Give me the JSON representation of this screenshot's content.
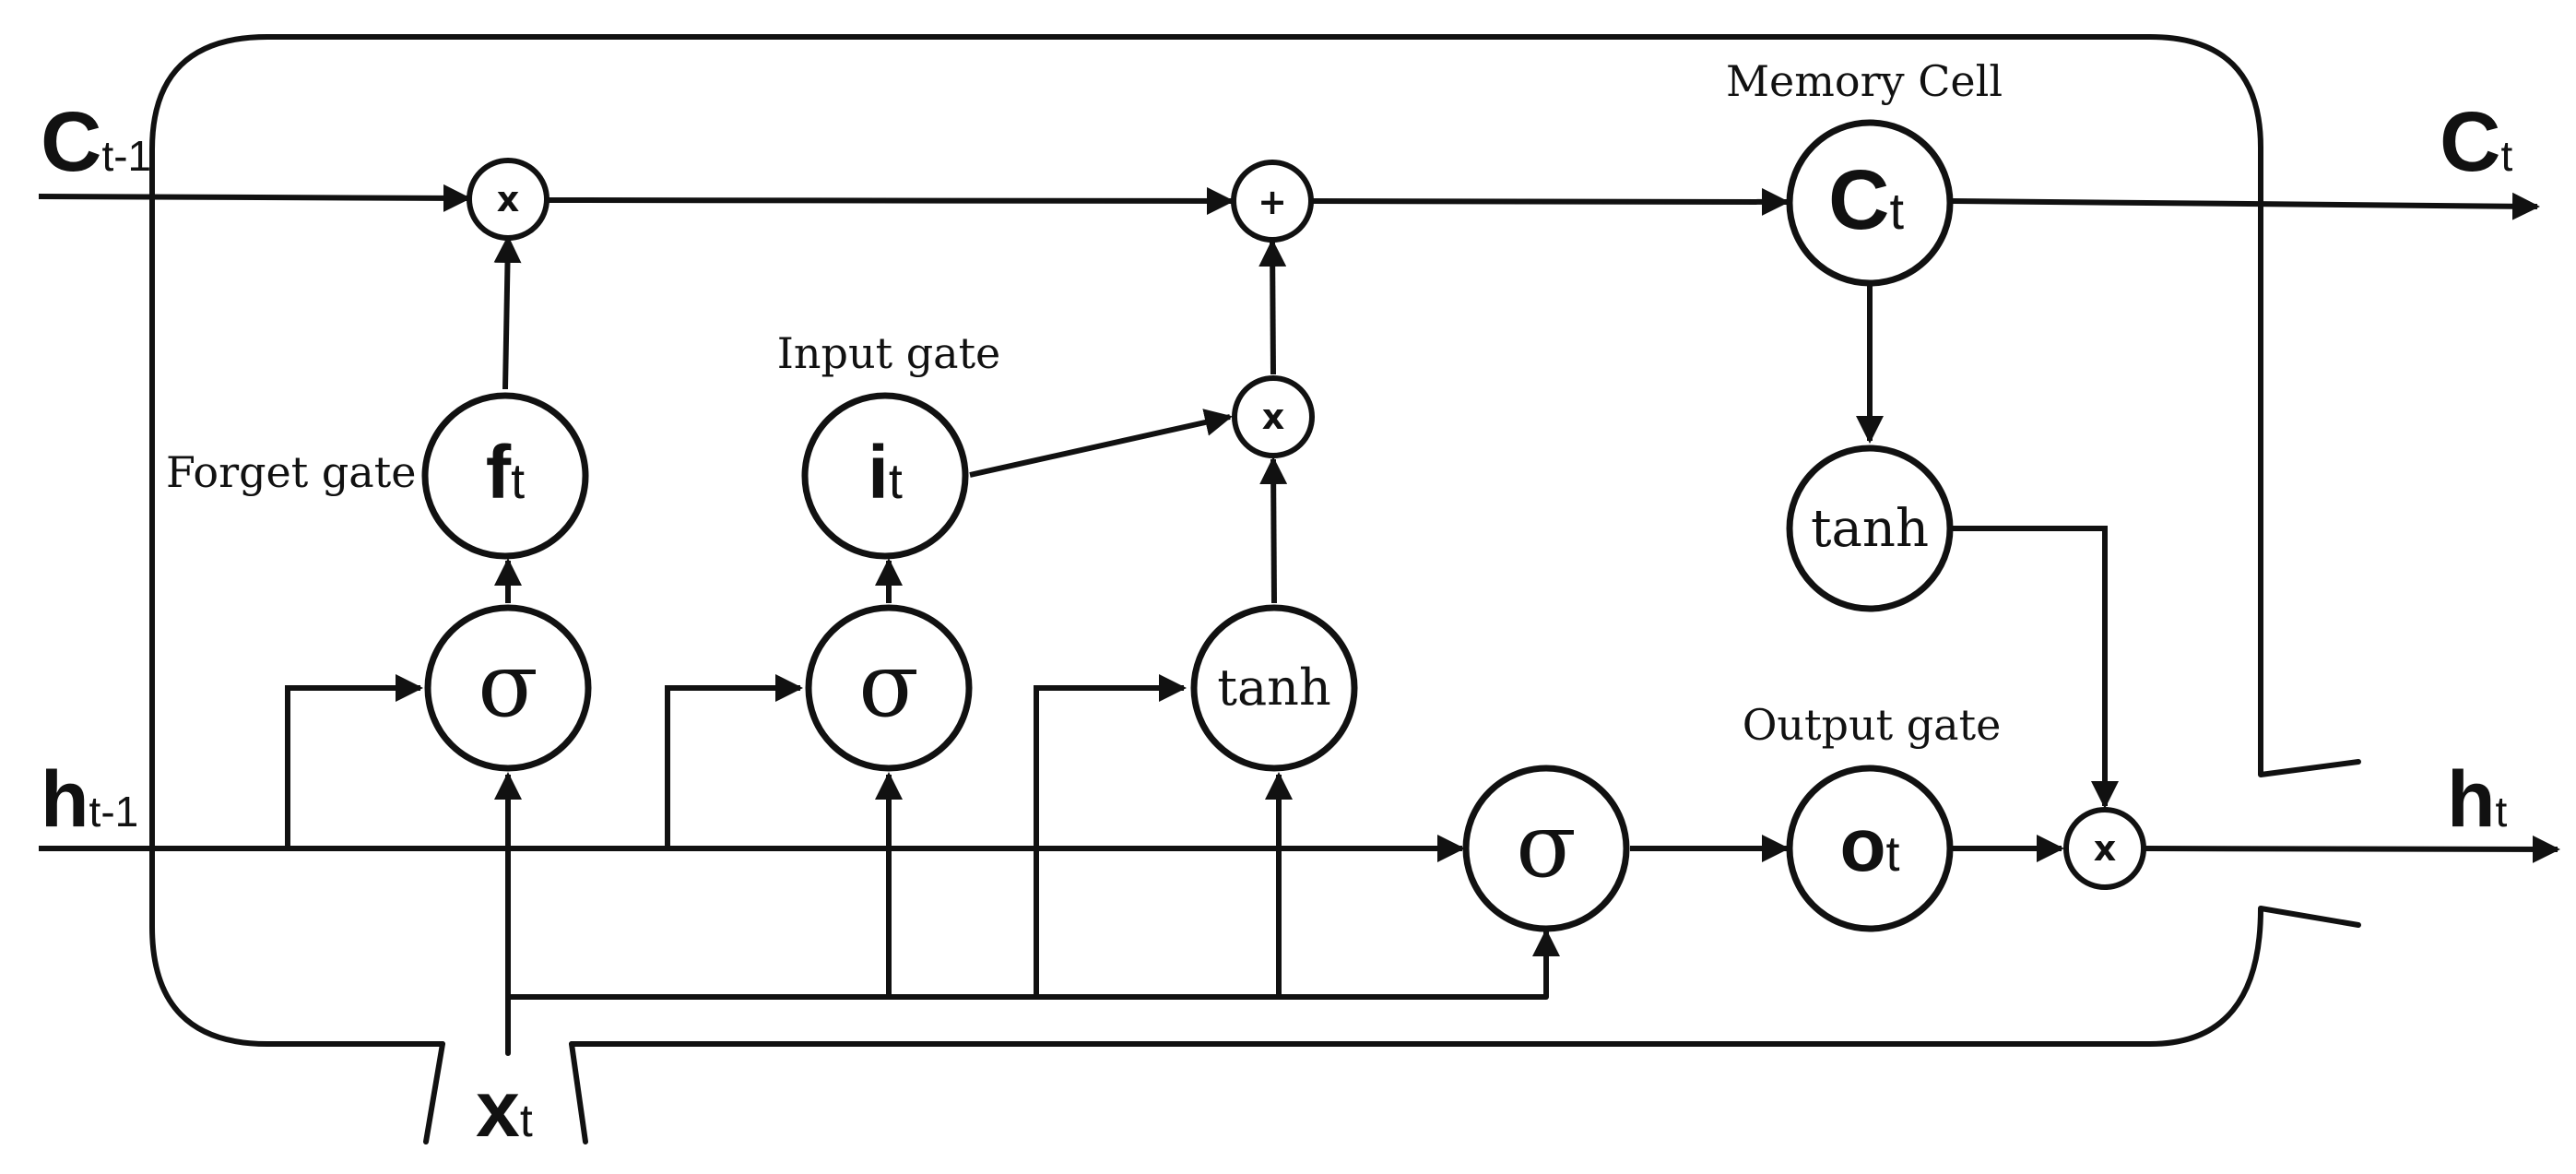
{
  "labels": {
    "memory_cell": "Memory Cell",
    "input_gate": "Input gate",
    "forget_gate": "Forget gate",
    "output_gate": "Output gate"
  },
  "io": {
    "c_prev": {
      "main": "C",
      "sub": "t-1"
    },
    "c_out": {
      "main": "C",
      "sub": "t"
    },
    "h_prev": {
      "main": "h",
      "sub": "t-1"
    },
    "h_out": {
      "main": "h",
      "sub": "t"
    },
    "x_in": {
      "main": "x",
      "sub": "t"
    }
  },
  "nodes": {
    "forget": {
      "main": "f",
      "sub": "t"
    },
    "input": {
      "main": "i",
      "sub": "t"
    },
    "output": {
      "main": "o",
      "sub": "t"
    },
    "cell": {
      "main": "C",
      "sub": "t"
    },
    "sigma": "σ",
    "tanh": "tanh"
  },
  "ops": {
    "multiply": "x",
    "add": "+"
  }
}
